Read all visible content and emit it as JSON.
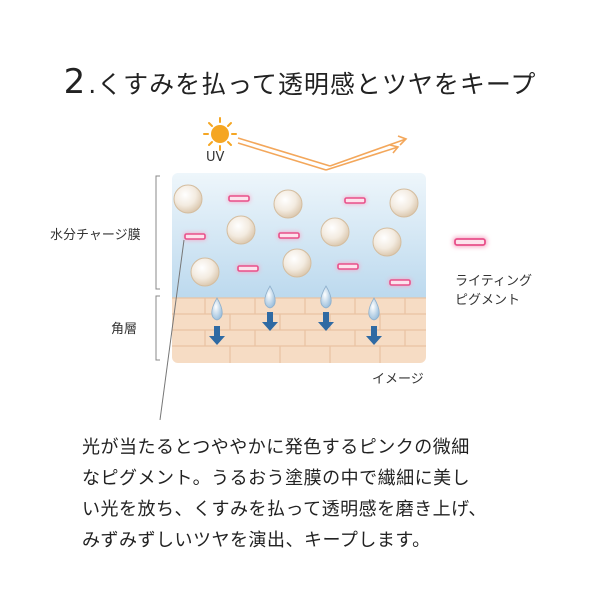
{
  "title": {
    "number": "2",
    "dot": ".",
    "text": "くすみを払って透明感とツヤをキープ"
  },
  "labels": {
    "uv": "UV",
    "moisture_film": "水分チャージ膜",
    "stratum_corneum": "角層",
    "lighting_pigment_line1": "ライティング",
    "lighting_pigment_line2": "ピグメント",
    "image_note": "イメージ"
  },
  "description": [
    "光が当たるとつややかに発色するピンクの微細",
    "なピグメント。うるおう塗膜の中で繊細に美し",
    "い光を放ち、くすみを払って透明感を磨き上げ、",
    "みずみずしいツヤを演出、キープします。"
  ],
  "colors": {
    "film_top": "#e6f2f9",
    "film_bottom": "#bcd9ee",
    "skin": "#f6dcc4",
    "skin_line": "#e9c2a2",
    "pigment": "#e8508a",
    "arrow": "#2f6aa3",
    "sun": "#f5a623"
  }
}
